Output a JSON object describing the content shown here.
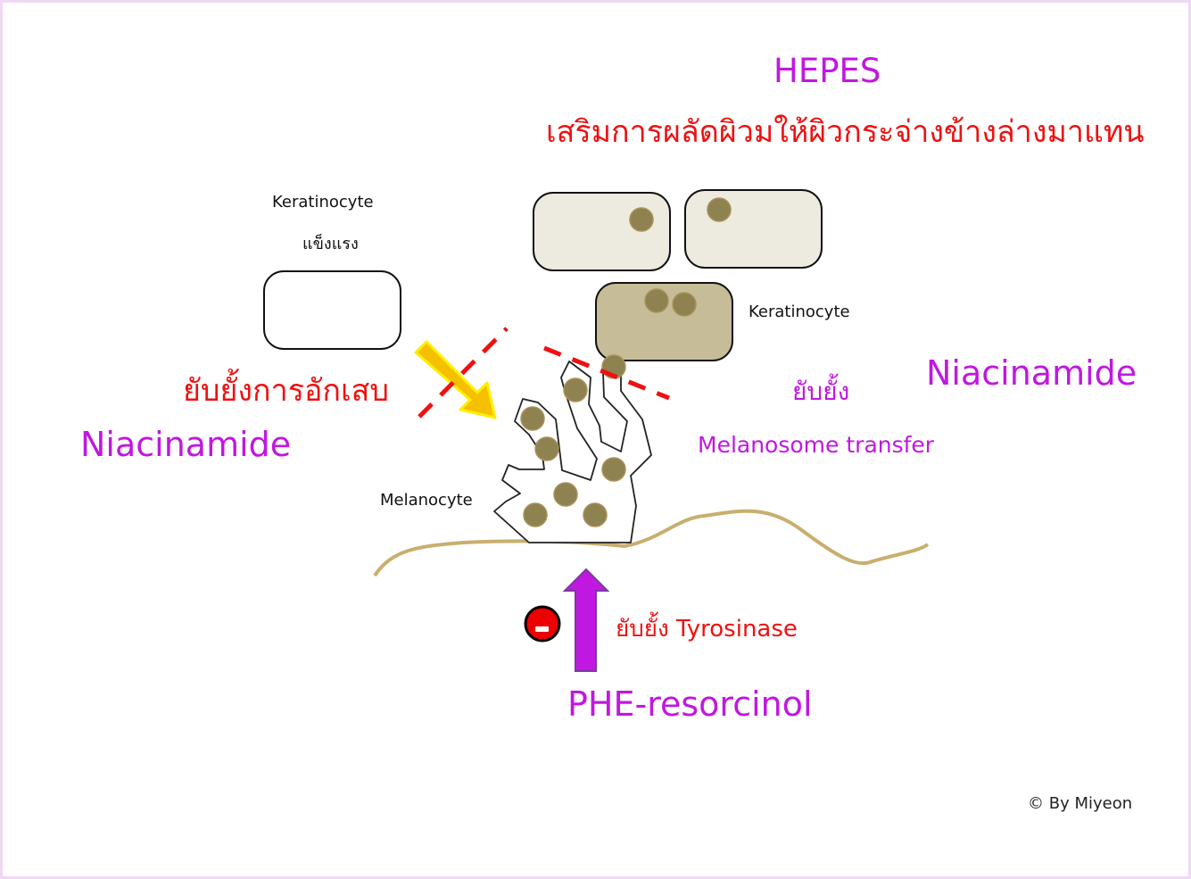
{
  "title_top": "HEPES",
  "hepes_effect": "เสริมการผลัดผิวมให้ผิวกระจ่างข้างล่างมาแทน",
  "keratinocyte_left_label": "Keratinocyte",
  "keratinocyte_left_sub": "แข็งแรง",
  "keratinocyte_right_label": "Keratinocyte",
  "inflammation_label": "ยับยั้งการอักเสบ",
  "niacinamide_left": "Niacinamide",
  "niacinamide_right": "Niacinamide",
  "inhibit_transfer": "ยับยั้ง",
  "melanosome_transfer": "Melanosome  transfer",
  "melanocyte_label": "Melanocyte",
  "inhibit_tyrosinase": "ยับยั้ง  Tyrosinase",
  "phe_resorcinol": "PHE-resorcinol",
  "copyright": "© By Miyeon",
  "colors": {
    "purple": "#c018e0",
    "red": "#ee1111",
    "granule": "#8e8250",
    "membrane": "#c9ae6e",
    "cell_fill": "#edeadf",
    "cell_dark": "#c6bd98"
  }
}
